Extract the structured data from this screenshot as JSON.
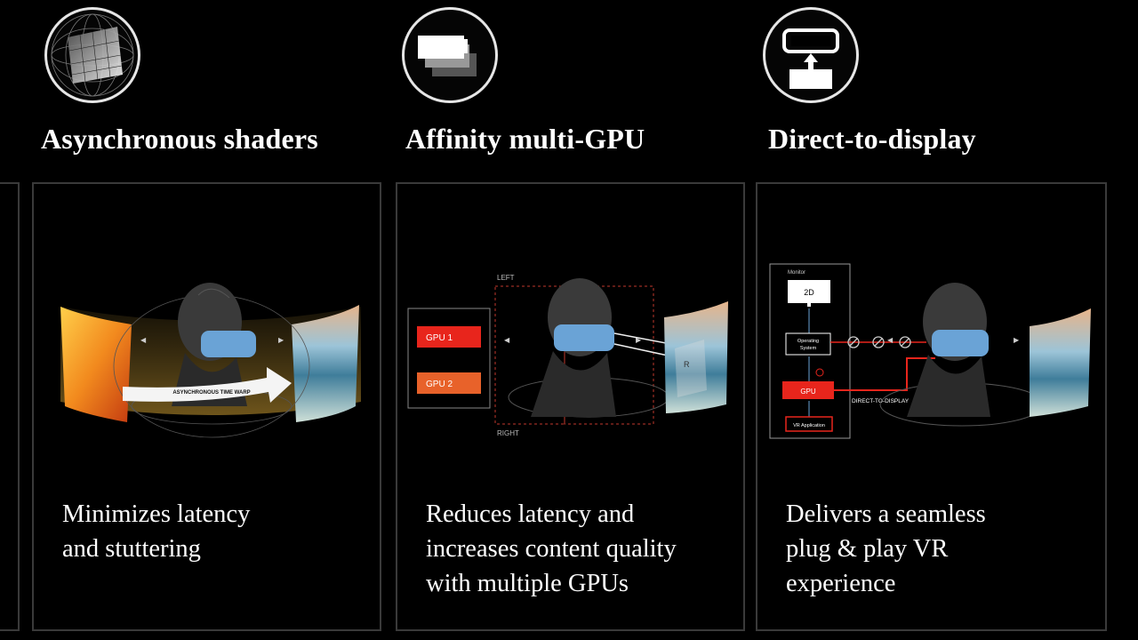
{
  "features": [
    {
      "title": "Asynchronous shaders",
      "icon": "warped-grid-sphere-icon",
      "description": [
        "Minimizes latency",
        "and stuttering"
      ],
      "diagram": {
        "arrow_label": "ASYNCHRONOUS TIME WARP"
      }
    },
    {
      "title": "Affinity multi-GPU",
      "icon": "stacked-gpu-cards-icon",
      "description": [
        "Reduces latency and",
        "increases content quality",
        "with multiple GPUs"
      ],
      "diagram": {
        "gpu1": "GPU 1",
        "gpu2": "GPU 2",
        "left_label": "LEFT",
        "right_label": "RIGHT",
        "eye_label": "R"
      }
    },
    {
      "title": "Direct-to-display",
      "icon": "headset-display-icon",
      "description": [
        "Delivers a seamless",
        "plug & play VR",
        "experience"
      ],
      "diagram": {
        "monitor_label": "Monitor",
        "monitor_screen": "2D",
        "os_label": [
          "Operating",
          "System"
        ],
        "gpu_label": "GPU",
        "app_label": "VR Application",
        "direct_label": "DIRECT-TO-DISPLAY"
      }
    }
  ],
  "colors": {
    "accent_red": "#e8251c",
    "gpu_orange": "#e8622a",
    "headset_blue": "#6aa3d6",
    "border": "#3a3a3a"
  }
}
